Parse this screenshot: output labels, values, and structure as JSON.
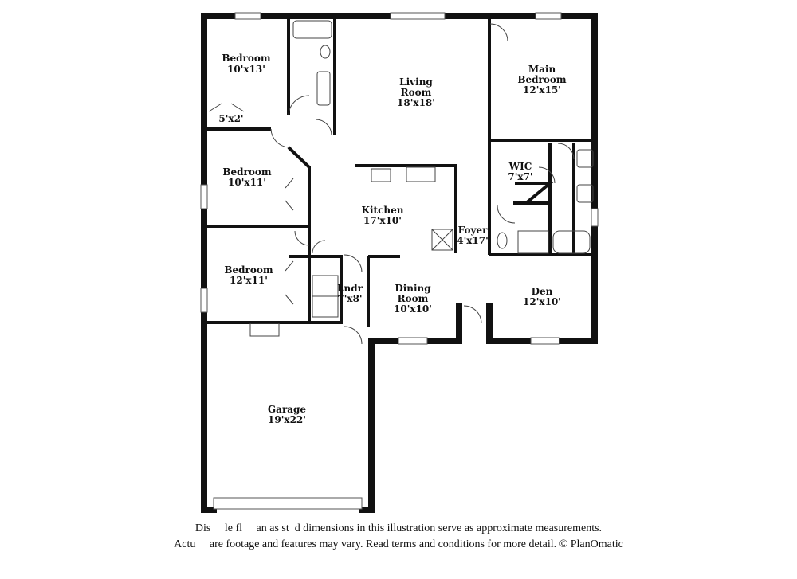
{
  "rooms": [
    {
      "id": "bedroom-1",
      "name": "Bedroom",
      "dims": "10'x13'"
    },
    {
      "id": "closet-small",
      "name": "",
      "dims": "5'x2'"
    },
    {
      "id": "living-room",
      "name1": "Living",
      "name2": "Room",
      "dims": "18'x18'"
    },
    {
      "id": "main-bedroom",
      "name1": "Main",
      "name2": "Bedroom",
      "dims": "12'x15'"
    },
    {
      "id": "bedroom-2",
      "name": "Bedroom",
      "dims": "10'x11'"
    },
    {
      "id": "wic",
      "name": "WIC",
      "dims": "7'x7'"
    },
    {
      "id": "kitchen",
      "name": "Kitchen",
      "dims": "17'x10'"
    },
    {
      "id": "foyer",
      "name": "Foyer",
      "dims": "4'x17'"
    },
    {
      "id": "bedroom-3",
      "name": "Bedroom",
      "dims": "12'x11'"
    },
    {
      "id": "laundry",
      "name": "Lndr",
      "dims": "7'x8'"
    },
    {
      "id": "dining-room",
      "name1": "Dining",
      "name2": "Room",
      "dims": "10'x10'"
    },
    {
      "id": "den",
      "name": "Den",
      "dims": "12'x10'"
    },
    {
      "id": "garage",
      "name": "Garage",
      "dims": "19'x22'"
    }
  ],
  "disclaimer": {
    "line1": "Dis     le fl     an as st  d dimensions in this illustration serve as approximate measurements.",
    "line2": "Actu     are footage and features may vary. Read terms and conditions for more detail. © PlanOmatic"
  }
}
